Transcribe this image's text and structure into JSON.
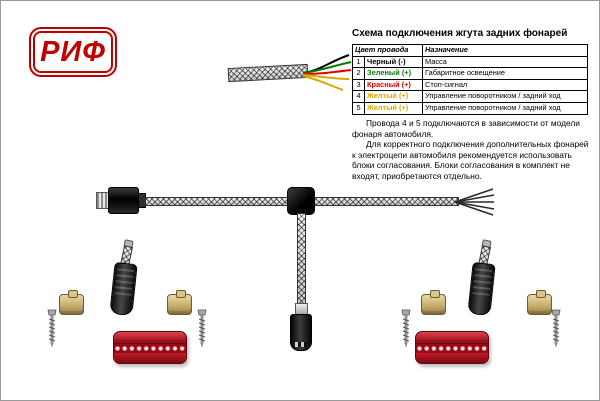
{
  "logo": {
    "text": "РИФ",
    "color": "#c00000"
  },
  "title": "Схема подключения жгута задних фонарей",
  "wire_table": {
    "headers": {
      "color": "Цвет провода",
      "purpose": "Назначение"
    },
    "rows": [
      {
        "num": "1",
        "color_name": "Черный (-)",
        "color": "#000000",
        "purpose": "Масса"
      },
      {
        "num": "2",
        "color_name": "Зеленый (+)",
        "color": "#007f00",
        "purpose": "Габаритное освещение"
      },
      {
        "num": "3",
        "color_name": "Красный (+)",
        "color": "#e00000",
        "purpose": "Стоп-сигнал"
      },
      {
        "num": "4",
        "color_name": "Желтый (+)",
        "color": "#d8a800",
        "purpose": "Управление поворотником / задний ход"
      },
      {
        "num": "5",
        "color_name": "Желтый (+)",
        "color": "#d8a800",
        "purpose": "Управление поворотником / задний ход"
      }
    ]
  },
  "notes": [
    "Провода 4 и 5 подключаются в зависимости от модели фонаря автомобиля.",
    "Для корректного подключения дополнительных фонарей к электроцепи автомобиля рекомендуется использовать блоки согласования. Блоки согласования в комплект не входят, приобретаются отдельно."
  ],
  "colors": {
    "lamp_red": "#9c0715"
  }
}
